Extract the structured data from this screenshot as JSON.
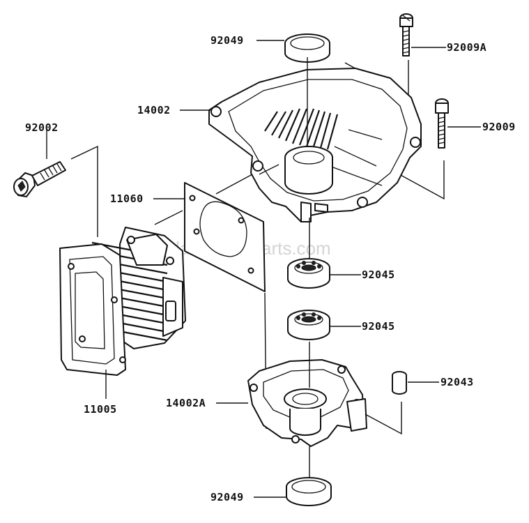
{
  "watermark": "eReplacementParts.com",
  "parts": {
    "seal_top": "92049",
    "screw_top": "92009A",
    "crankcase": "14002",
    "screw_right": "92009",
    "bolt_left": "92002",
    "gasket": "11060",
    "bearing_upper": "92045",
    "bearing_lower": "92045",
    "cylinder": "11005",
    "crankcase_lower": "14002A",
    "pin": "92043",
    "seal_bottom": "92049"
  }
}
